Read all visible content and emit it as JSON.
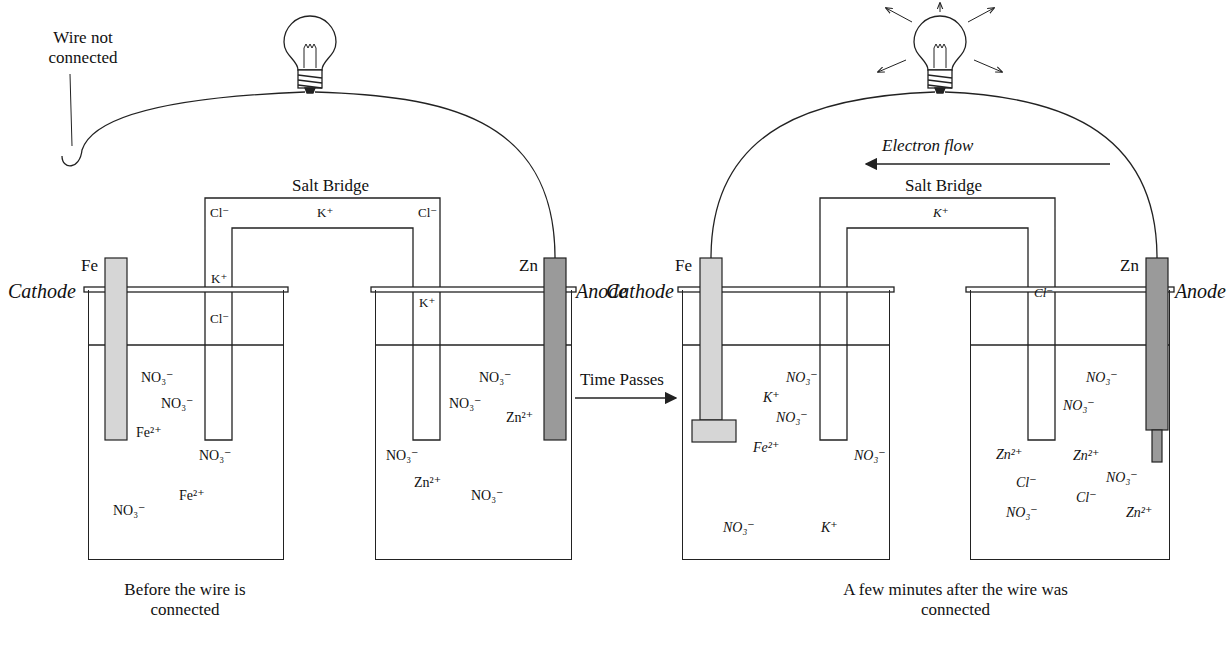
{
  "diagram": {
    "nodes": [
      {
        "text": [
          "NO₃⁻",
          "NO₃⁻",
          "Fe²⁺",
          "NO₃⁻",
          "Fe²⁺",
          "NO₃⁻"
        ]
      },
      {
        "text": [
          "NO₃⁻",
          "NO₃⁻",
          "Zn²⁺",
          "NO₃⁻",
          "Zn²⁺",
          "NO₃⁻"
        ]
      },
      {
        "text": [
          "NO₃⁻",
          "K⁺",
          "NO₃⁻",
          "Fe²⁺",
          "NO₃⁻",
          "NO₃⁻",
          "K⁺"
        ]
      },
      {
        "text": [
          "NO₃⁻",
          "NO₃⁻",
          "Zn²⁺",
          "Zn²⁺",
          "NO₃⁻",
          "Cl⁻",
          "Cl⁻",
          "NO₃⁻",
          "Zn²⁺"
        ]
      }
    ],
    "labels": [
      "Wire not connected",
      "Salt Bridge",
      "Fe",
      "Cathode",
      "Cl⁻",
      "K⁺",
      "Cl⁻",
      "K⁺",
      "Cl⁻",
      "K⁺",
      "Zn",
      "Anode",
      "Time Passes",
      "Before the wire is connected",
      "Electron flow",
      "Salt Bridge",
      "Fe",
      "Cathode",
      "K⁺",
      "Cl⁻",
      "Zn",
      "Anode",
      "A few minutes after the wire was connected"
    ]
  }
}
